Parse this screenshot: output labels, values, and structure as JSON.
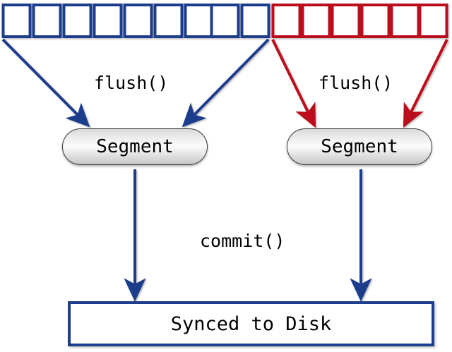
{
  "diagram": {
    "title": "Lucene flush and commit data flow",
    "colors": {
      "blue": "#1d3e8c",
      "red": "#bb0e1f",
      "node_border": "#3b3b3b",
      "background": "#ffffff",
      "text": "#000000"
    },
    "buffers": {
      "blue_group": {
        "name": "blue-buffer-cells",
        "color": "#1d3e8c",
        "count": 9,
        "cells": [
          "",
          "",
          "",
          "",
          "",
          "",
          "",
          "",
          ""
        ]
      },
      "red_group": {
        "name": "red-buffer-cells",
        "color": "#bb0e1f",
        "count": 6,
        "cells": [
          "",
          "",
          "",
          "",
          "",
          ""
        ]
      }
    },
    "nodes": [
      {
        "id": "segment-left",
        "label": "Segment"
      },
      {
        "id": "segment-right",
        "label": "Segment"
      },
      {
        "id": "synced-to-disk",
        "label": "Synced to Disk"
      }
    ],
    "edge_labels": [
      {
        "id": "flush-left",
        "text": "flush()"
      },
      {
        "id": "flush-right",
        "text": "flush()"
      },
      {
        "id": "commit",
        "text": "commit()"
      }
    ]
  }
}
